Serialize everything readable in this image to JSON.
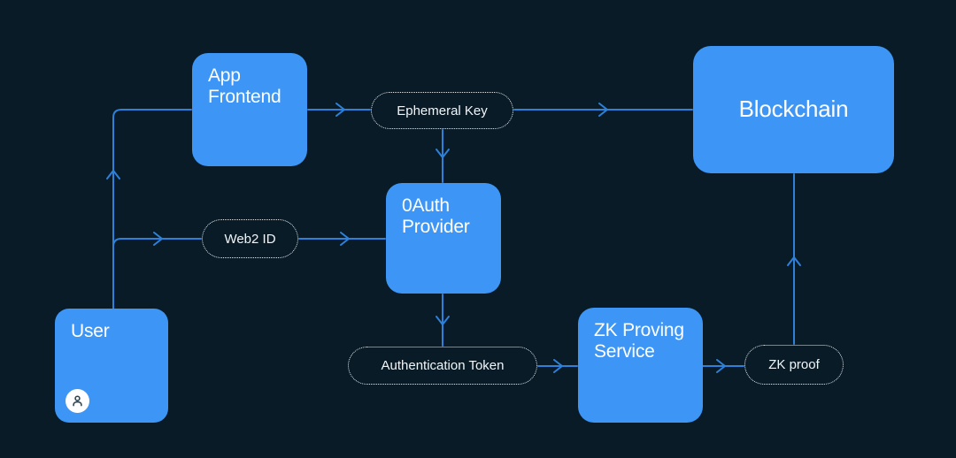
{
  "diagram": {
    "type": "flow-diagram",
    "nodes": {
      "user": {
        "label": "User"
      },
      "app_frontend": {
        "label": "App Frontend"
      },
      "oauth_provider": {
        "label": "0Auth Provider"
      },
      "zk_proving_service": {
        "label": "ZK Proving Service"
      },
      "blockchain": {
        "label": "Blockchain"
      }
    },
    "artifacts": {
      "ephemeral_key": {
        "label": "Ephemeral Key"
      },
      "web2_id": {
        "label": "Web2 ID"
      },
      "authentication_token": {
        "label": "Authentication Token"
      },
      "zk_proof": {
        "label": "ZK proof"
      }
    },
    "edges": [
      {
        "from": "user",
        "to": "app_frontend"
      },
      {
        "from": "user",
        "to": "web2_id"
      },
      {
        "from": "web2_id",
        "to": "oauth_provider"
      },
      {
        "from": "app_frontend",
        "to": "ephemeral_key"
      },
      {
        "from": "ephemeral_key",
        "to": "blockchain"
      },
      {
        "from": "ephemeral_key",
        "to": "oauth_provider"
      },
      {
        "from": "oauth_provider",
        "to": "authentication_token"
      },
      {
        "from": "authentication_token",
        "to": "zk_proving_service"
      },
      {
        "from": "zk_proving_service",
        "to": "zk_proof"
      },
      {
        "from": "zk_proof",
        "to": "blockchain"
      }
    ],
    "icons": {
      "user_avatar": "person-icon"
    },
    "colors": {
      "background": "#081B27",
      "node_fill": "#3D96F5",
      "edge_stroke": "#2E80D9",
      "pill_border": "#E9EFF5",
      "text": "#FFFFFF",
      "avatar_bg": "#FFFFFF",
      "avatar_glyph": "#2E4250"
    }
  }
}
